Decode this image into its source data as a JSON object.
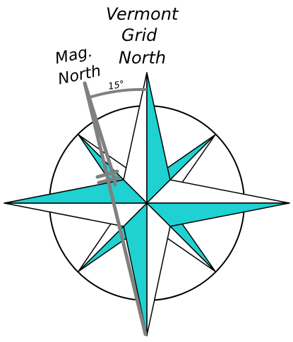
{
  "labels": {
    "vermont_line1": "Vermont",
    "vermont_line2": "Grid",
    "vermont_line3": "North",
    "mag_line1": "Mag.",
    "mag_line2": "North",
    "declination": "15°"
  },
  "colors": {
    "accent": "#1fd1d1",
    "line": "#000000",
    "needle": "#808080",
    "background": "#ffffff"
  },
  "declination_degrees": 15
}
